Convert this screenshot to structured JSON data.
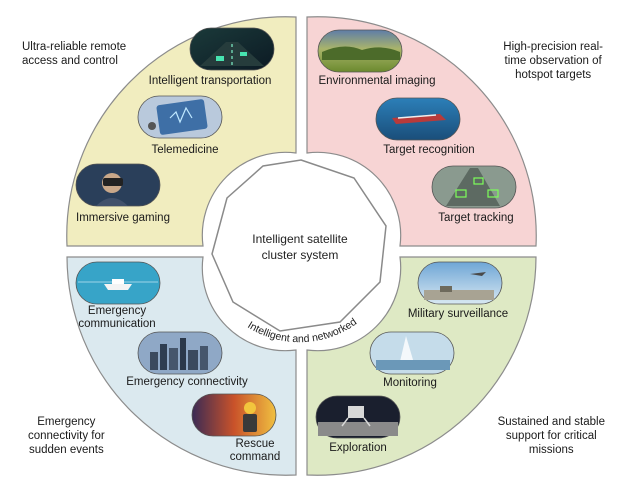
{
  "center": {
    "lines": [
      "Intelligent satellite",
      "cluster system"
    ]
  },
  "ring_label": "Intelligent and networked",
  "quadrants": [
    {
      "id": "top-left",
      "color": "#f1edbf",
      "corner_lines": [
        "Ultra-reliable remote",
        "access and control"
      ],
      "items": [
        {
          "label": "Intelligent transportation",
          "icon": "road-scene"
        },
        {
          "label": "Telemedicine",
          "icon": "tablet-stethoscope"
        },
        {
          "label": "Immersive gaming",
          "icon": "vr-headset"
        }
      ]
    },
    {
      "id": "top-right",
      "color": "#f7d4d4",
      "corner_lines": [
        "High-precision real-",
        "time observation of",
        "hotspot targets"
      ],
      "items": [
        {
          "label": "Environmental imaging",
          "icon": "landscape"
        },
        {
          "label": "Target recognition",
          "icon": "ship"
        },
        {
          "label": "Target tracking",
          "icon": "traffic-boxes"
        }
      ]
    },
    {
      "id": "bottom-left",
      "color": "#dbe9ef",
      "corner_lines": [
        "Emergency",
        "connectivity for",
        "sudden events"
      ],
      "items": [
        {
          "label_lines": [
            "Emergency",
            "communication"
          ],
          "icon": "boat-at-sea"
        },
        {
          "label_lines": [
            "Emergency connectivity"
          ],
          "icon": "city-skyline"
        },
        {
          "label_lines": [
            "Rescue",
            "command"
          ],
          "icon": "firefighter"
        }
      ]
    },
    {
      "id": "bottom-right",
      "color": "#dee9c4",
      "corner_lines": [
        "Sustained and stable",
        "support for critical",
        "missions"
      ],
      "items": [
        {
          "label_lines": [
            "Military surveillance"
          ],
          "icon": "aircraft"
        },
        {
          "label_lines": [
            "Monitoring"
          ],
          "icon": "sensor-beam"
        },
        {
          "label_lines": [
            "Exploration"
          ],
          "icon": "lunar-lander"
        }
      ]
    }
  ]
}
